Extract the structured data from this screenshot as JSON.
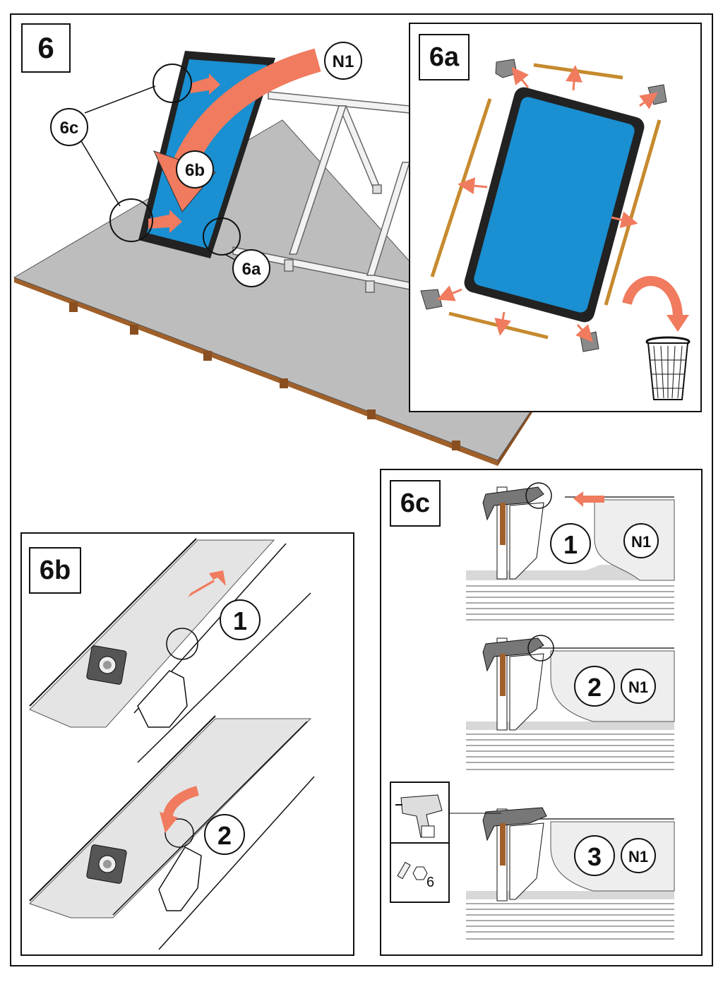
{
  "step": {
    "number": "6"
  },
  "main_callouts": {
    "n1": "N1",
    "c6b": "6b",
    "c6c": "6c",
    "c6a": "6a"
  },
  "panel_6a": {
    "label": "6a"
  },
  "panel_6b": {
    "label": "6b",
    "step1": "1",
    "step2": "2"
  },
  "panel_6c": {
    "label": "6c",
    "step1": "1",
    "step1_part": "N1",
    "step2": "2",
    "step2_part": "N1",
    "step3": "3",
    "step3_part": "N1",
    "socket_size": "6"
  },
  "colors": {
    "collector_blue": "#1a8fd1",
    "frame": "#222222",
    "arrow": "#f07b5e",
    "roof": "#bdbdbd",
    "wood": "#a0602a",
    "strip": "#c68a2e",
    "profile_gray": "#e4e4e4"
  },
  "icons": [
    "drill-icon",
    "bit-icon",
    "trash-bin-icon",
    "arrow-icon"
  ]
}
